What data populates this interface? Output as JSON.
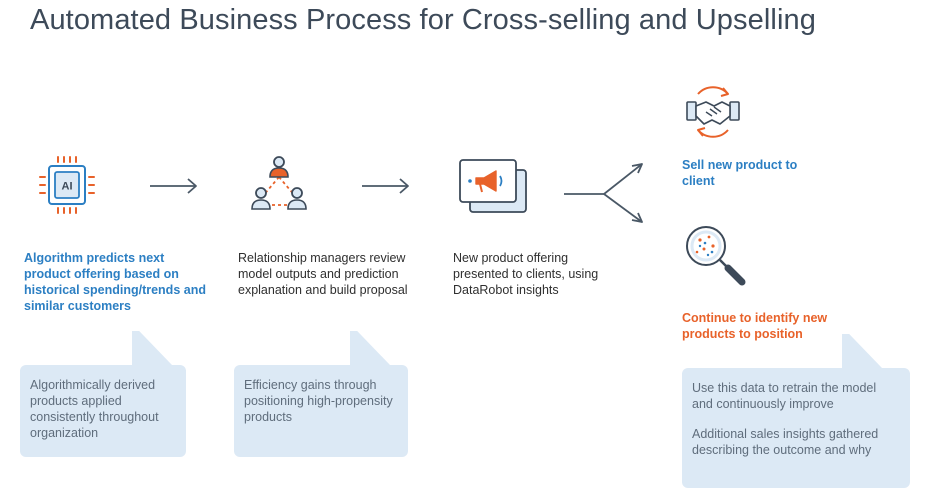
{
  "title": "Automated Business Process for Cross-selling and Upselling",
  "steps": [
    {
      "icon": "ai-chip-icon",
      "text": "Algorithm predicts next product offering based on historical spending/trends and similar customers",
      "chip_label": "AI"
    },
    {
      "icon": "team-network-icon",
      "text": "Relationship managers review model outputs and prediction explanation and build proposal"
    },
    {
      "icon": "presentation-megaphone-icon",
      "text": "New product offering presented to clients, using DataRobot insights"
    }
  ],
  "outcomes": [
    {
      "icon": "handshake-icon",
      "text": "Sell new product to client"
    },
    {
      "icon": "magnifier-icon",
      "text": "Continue to identify new products to position"
    }
  ],
  "notes": [
    {
      "text": "Algorithmically derived products applied consistently throughout organization"
    },
    {
      "text": "Efficiency gains through positioning high-propensity products"
    },
    {
      "paragraphs": [
        "Use this data to retrain the model and continuously  improve",
        "Additional sales insights gathered describing the outcome and why"
      ]
    }
  ],
  "colors": {
    "blue": "#2c7fc3",
    "orange": "#e8622a",
    "title": "#3d4a59",
    "bubble": "#dce9f5",
    "arrow": "#4a5866"
  }
}
